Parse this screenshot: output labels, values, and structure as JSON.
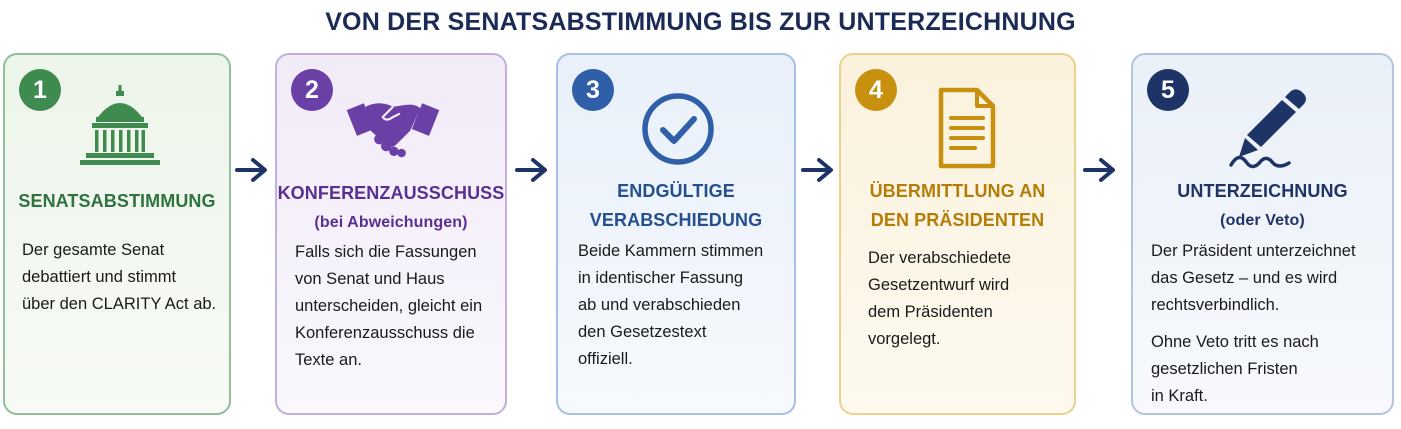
{
  "title": "VON DER SENATSABSTIMMUNG BIS ZUR UNTERZEICHNUNG",
  "steps": [
    {
      "number": "1",
      "icon": "capitol-icon",
      "color": "#3f8a4f",
      "heading": [
        "SENATSABSTIMMUNG"
      ],
      "description": [
        "Der gesamte Senat",
        "debattiert und stimmt",
        "über den CLARITY Act ab."
      ]
    },
    {
      "number": "2",
      "icon": "handshake-icon",
      "color": "#6a3fa6",
      "heading": [
        "KONFERENZAUSSCHUSS",
        "(bei Abweichungen)"
      ],
      "description": [
        "Falls sich die Fassungen",
        "von Senat und Haus",
        "unterscheiden, gleicht ein",
        "Konferenzausschuss die",
        "Texte an."
      ]
    },
    {
      "number": "3",
      "icon": "checkmark-circle-icon",
      "color": "#2f5fa8",
      "heading": [
        "ENDGÜLTIGE",
        "VERABSCHIEDUNG"
      ],
      "description": [
        "Beide Kammern stimmen",
        "in identischer Fassung",
        "ab und verabschieden",
        "den Gesetzestext",
        "offiziell."
      ]
    },
    {
      "number": "4",
      "icon": "document-icon",
      "color": "#c8900f",
      "heading": [
        "ÜBERMITTLUNG AN",
        "DEN PRÄSIDENTEN"
      ],
      "description": [
        "Der verabschiedete",
        "Gesetzentwurf wird",
        "dem Präsidenten",
        "vorgelegt."
      ]
    },
    {
      "number": "5",
      "icon": "pen-signature-icon",
      "color": "#1f3466",
      "heading": [
        "UNTERZEICHNUNG",
        "(oder Veto)"
      ],
      "description": [
        "Der Präsident unterzeichnet",
        "das Gesetz – und es wird",
        "rechtsverbindlich."
      ],
      "description_extra": [
        "Ohne Veto tritt es nach",
        "gesetzlichen Fristen",
        "in Kraft."
      ]
    }
  ],
  "arrow_color": "#1f3466"
}
